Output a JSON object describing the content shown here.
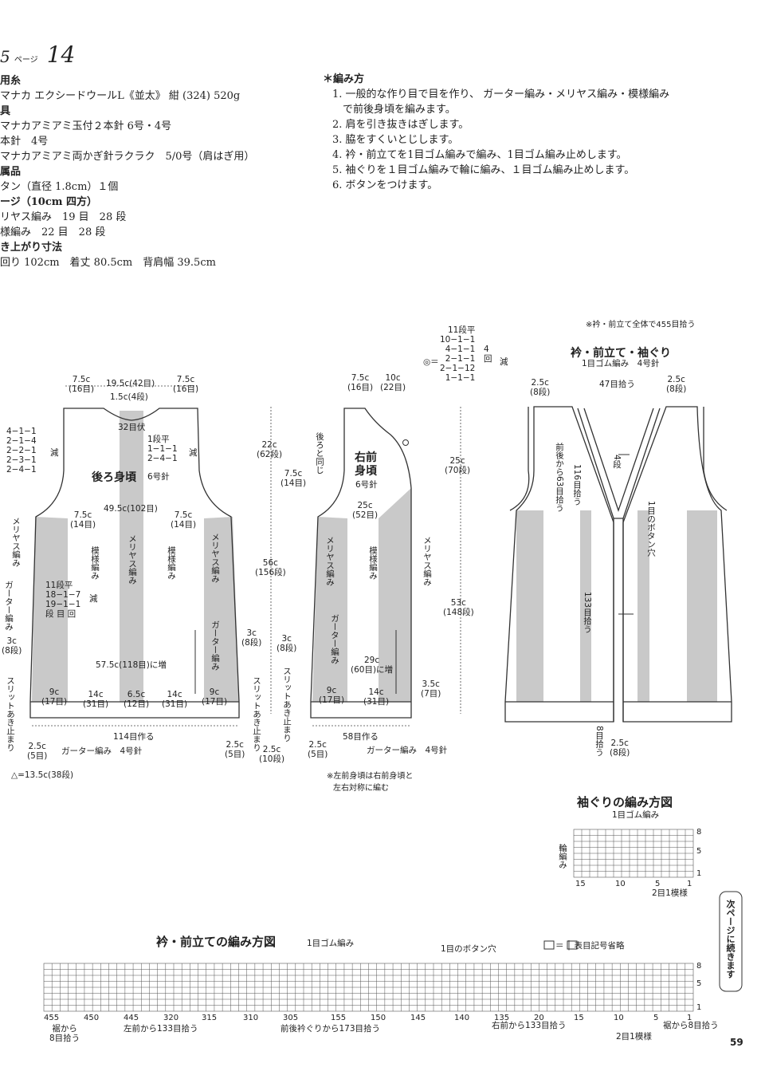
{
  "header": {
    "page_prefix": "5",
    "page_word": "ページ",
    "page_number": "14"
  },
  "materials": [
    {
      "heading": "用糸",
      "lines": [
        "マナカ エクシードウールL《並太》 紺 (324) 520g"
      ]
    },
    {
      "heading": "具",
      "lines": [
        "マナカアミアミ玉付２本針 6号・4号",
        "本針　4号",
        "マナカアミアミ両かぎ針ラクラク　5/0号（肩はぎ用）"
      ]
    },
    {
      "heading": "属品",
      "lines": [
        "タン（直径 1.8cm）１個"
      ]
    },
    {
      "heading": "ージ（10cm 四方）",
      "lines": [
        "リヤス編み　19 目　28 段",
        "様編み　22 目　28 段"
      ]
    },
    {
      "heading": "き上がり寸法",
      "lines": [
        "回り 102cm　着丈 80.5cm　背肩幅 39.5cm"
      ]
    }
  ],
  "method": {
    "title": "＊編み方",
    "steps": [
      "1. 一般的な作り目で目を作り、 ガーター編み・メリヤス編み・模様編み",
      "　で前後身頃を編みます。",
      "2. 肩を引き抜きはぎします。",
      "3. 脇をすくいとじします。",
      "4. 衿・前立てを1目ゴム編みで編み、1目ゴム編み止めします。",
      "5. 袖ぐりを１目ゴム編みで輪に編み、１目ゴム編み止めします。",
      "6. ボタンをつけます。"
    ]
  },
  "back": {
    "top_widths": [
      "7.5c",
      "(16目)",
      "19.5c(42目)",
      "1.5c(4段)",
      "7.5c",
      "(16目)"
    ],
    "bind_off": "32目伏",
    "shoulder_rows": [
      "1段平",
      "1−1−1",
      "2−4−1"
    ],
    "armhole_rows": [
      "4−1−1",
      "2−1−4",
      "2−2−1",
      "2−3−1",
      "2−4−1"
    ],
    "decrease": "減",
    "title": "後ろ身頃",
    "needle": "6号針",
    "width_at_armhole": "49.5c(102目)",
    "side_left": [
      "7.5c",
      "(14目)"
    ],
    "side_right": [
      "7.5c",
      "(14目)"
    ],
    "stitch_labels": [
      "メリヤス編み",
      "模様編み",
      "メリヤス編み",
      "模様編み",
      "メリヤス編み"
    ],
    "side_dec": [
      "11段平",
      "18−1−7",
      "19−1−1",
      "段 目 回"
    ],
    "garter_label": "ガーター編み",
    "slit": [
      "3c",
      "(8段)"
    ],
    "slit_right": [
      "3c",
      "(8段)"
    ],
    "increase": "57.5c(118目)に増",
    "slit_stop": "スリットあき止まり",
    "bottom_parts": [
      [
        "9c",
        "(17目)"
      ],
      [
        "14c",
        "(31目)"
      ],
      [
        "6.5c",
        "(12目)"
      ],
      [
        "14c",
        "(31目)"
      ],
      [
        "9c",
        "(17目)"
      ]
    ],
    "cast_on": "114目作る",
    "bottom_left": [
      "2.5c",
      "(5目)"
    ],
    "bottom_right": [
      "2.5c",
      "(5目)"
    ],
    "bottom_label": "ガーター編み　4号針",
    "triangle_note": "△=13.5c(38段)"
  },
  "front": {
    "top_widths": [
      "7.5c",
      "(16目)",
      "10c",
      "(22目)"
    ],
    "neck_rows": [
      "11段平",
      "10−1−1",
      "4−1−1",
      "2−1−1",
      "2−1−12",
      "1−1−1"
    ],
    "neck_mark": "◎＝",
    "neck_dec": [
      "4",
      "回"
    ],
    "decrease": "減",
    "same_as_back": "後ろと同じ",
    "side": [
      "7.5c",
      "(14目)"
    ],
    "title": [
      "右前",
      "身頃"
    ],
    "needle": "6号針",
    "width": [
      "25c",
      "(52目)"
    ],
    "stitch_labels": [
      "メリヤス編み",
      "模様編み",
      "メリヤス編み"
    ],
    "garter_label": "ガーター編み",
    "slit": [
      "3c",
      "(8段)"
    ],
    "increase": [
      "29c",
      "(60目)に増"
    ],
    "right_hem": [
      "3.5c",
      "(7目)"
    ],
    "bottom_parts": [
      [
        "9c",
        "(17目)"
      ],
      [
        "14c",
        "(31目)"
      ]
    ],
    "cast_on": "58目作る",
    "bottom_left": [
      "2.5c",
      "(5目)"
    ],
    "bottom_label": "ガーター編み　4号針",
    "note": [
      "※左前身頃は右前身頃と",
      "左右対称に編む"
    ]
  },
  "heights": {
    "h22": [
      "22c",
      "(62段)"
    ],
    "h56": [
      "56c",
      "(156段)"
    ],
    "h25": [
      "25c",
      "(70段)"
    ],
    "h53": [
      "53c",
      "(148段)"
    ],
    "h25b": [
      "2.5c",
      "(10段)"
    ]
  },
  "collar": {
    "note_total": "※衿・前立て全体で455目拾う",
    "title": "衿・前立て・袖ぐり",
    "subtitle": "1目ゴム編み　4号針",
    "left_top": [
      "2.5c",
      "(8段)"
    ],
    "right_top": [
      "2.5c",
      "(8段)"
    ],
    "pick47": "47目拾う",
    "pick63": "前後から63目拾う",
    "pick116": "116目拾う",
    "rows4": "4段",
    "buttonhole": "1目のボタン穴",
    "pick133": "133目拾う",
    "pick8": "8目拾う",
    "bottom": [
      "2.5c",
      "(8段)"
    ]
  },
  "armhole_chart": {
    "title": "袖ぐりの編み方図",
    "subtitle": "1目ゴム編み",
    "side_label": "輪編み",
    "col_labels": [
      "15",
      "10",
      "5",
      "1"
    ],
    "row_labels": [
      "8",
      "5",
      "1"
    ],
    "repeat": "2目1模様"
  },
  "continue": "次ページに続きます",
  "collar_chart": {
    "title": "衿・前立ての編み方図",
    "subtitle": "1目ゴム編み",
    "legend": "＝ │ 表目記号省略",
    "buttonhole": "1目のボタン穴",
    "col_labels": [
      "455",
      "450",
      "445",
      "320",
      "315",
      "310",
      "305",
      "155",
      "150",
      "145",
      "140",
      "135",
      "20",
      "15",
      "10",
      "5",
      "1"
    ],
    "row_labels": [
      "8",
      "5",
      "1"
    ],
    "pick_left": [
      "裾から",
      "8目拾う"
    ],
    "pick_left_front": "左前から133目拾う",
    "pick_neck": "前後衿ぐりから173目拾う",
    "pick_right_front": "右前から133目拾う",
    "pick_right": "裾から8目拾う",
    "repeat": "2目1模様"
  },
  "footer": {
    "page": "59"
  }
}
